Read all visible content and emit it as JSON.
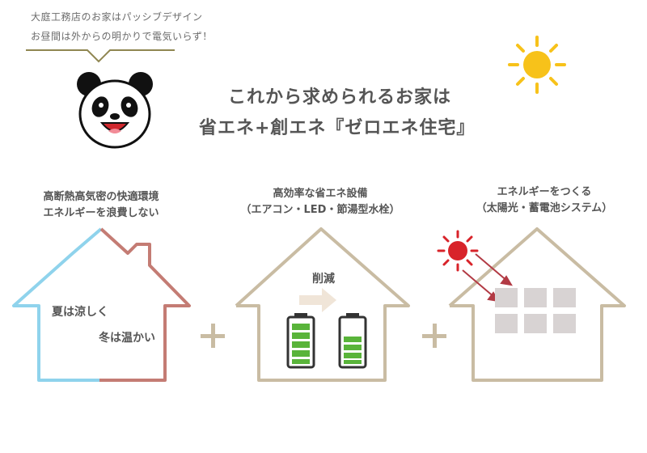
{
  "intro": {
    "line1": "大庭工務店のお家はパッシブデザイン",
    "line2": "お昼間は外からの明かりで電気いらず！"
  },
  "title": {
    "line1": "これから求められるお家は",
    "line2": "省エネ+創エネ『ゼロエネ住宅』"
  },
  "house1": {
    "heading_line1": "高断熱高気密の快適環境",
    "heading_line2": "エネルギーを浪費しない",
    "summer": "夏は涼しく",
    "winter": "冬は温かい"
  },
  "house2": {
    "heading_line1": "高効率な省エネ設備",
    "heading_line2": "（エアコン・LED・節湯型水栓）",
    "reduce_label": "削減"
  },
  "house3": {
    "heading_line1": "エネルギーをつくる",
    "heading_line2": "（太陽光・蓄電池システム）"
  },
  "operators": [
    "+",
    "+"
  ],
  "colors": {
    "house_outline": "#c9bca3",
    "cool_blue": "#8fd3ec",
    "warm_red": "#c47c74",
    "sun_yellow": "#f7c21a",
    "sun_red": "#d8232a",
    "battery_green": "#59b43a",
    "panel_gray": "#d8d3d3"
  },
  "icons": [
    "panda-icon",
    "sun-icon",
    "battery-icon",
    "arrow-right-icon",
    "solar-panel-icon"
  ]
}
